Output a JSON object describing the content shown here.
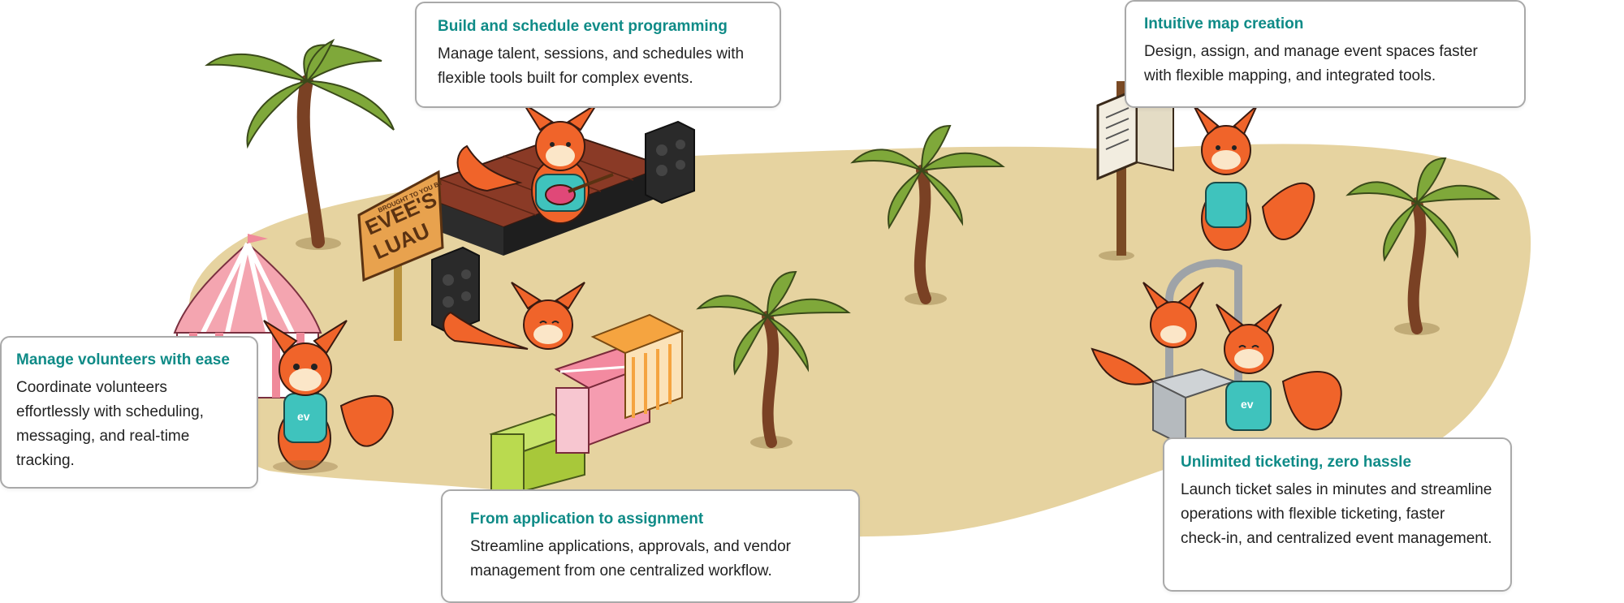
{
  "cards": {
    "build": {
      "title": "Build and schedule event programming",
      "body": "Manage talent, sessions, and schedules with flexible tools built for complex events."
    },
    "map": {
      "title": "Intuitive map creation",
      "body": "Design, assign, and manage event spaces faster with flexible mapping, and integrated tools."
    },
    "volunteers": {
      "title": "Manage volunteers with ease",
      "body": "Coordinate volunteers effortlessly with scheduling, messaging, and real-time tracking."
    },
    "application": {
      "title": "From application to assignment",
      "body": "Streamline applications, approvals, and vendor management from one centralized workflow."
    },
    "ticketing": {
      "title": "Unlimited ticketing, zero hassle",
      "body": "Launch ticket sales in minutes and streamline operations with flexible ticketing, faster check-in, and centralized event management."
    }
  },
  "scene": {
    "sign_line1": "BROUGHT TO YOU BY",
    "sign_line2": "EVEE'S",
    "sign_line3": "LUAU",
    "shirt_logo": "ev"
  },
  "colors": {
    "accent": "#0f8b87",
    "sand": "#e6d3a0",
    "fox_orange": "#f0642a",
    "shirt_teal": "#3fc3bd",
    "palm_green": "#7fa83a"
  }
}
